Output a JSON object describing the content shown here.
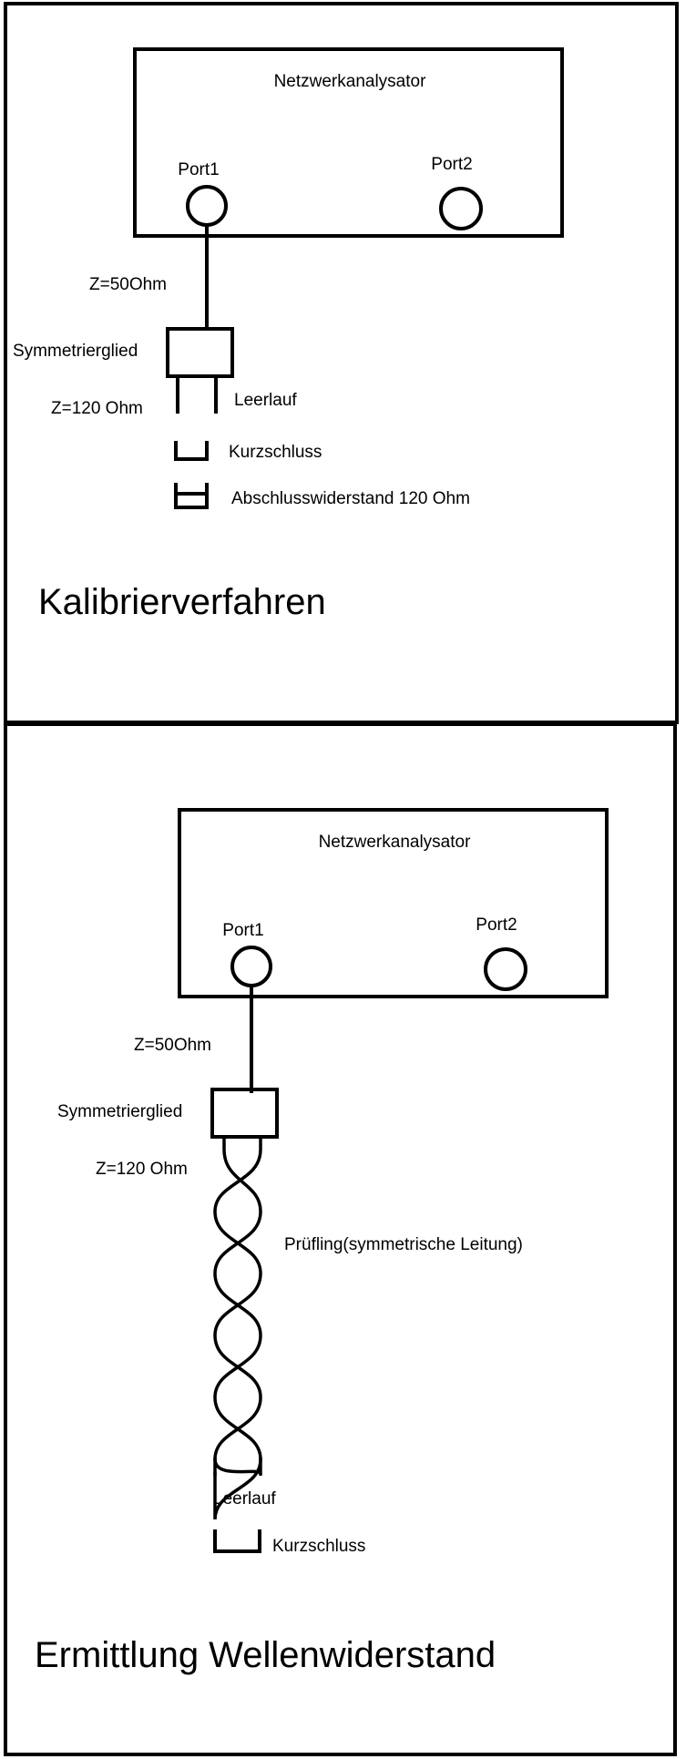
{
  "top": {
    "analyzer_label": "Netzwerkanalysator",
    "port1_label": "Port1",
    "port2_label": "Port2",
    "impedance_50": "Z=50Ohm",
    "balun_label": "Symmetrierglied",
    "impedance_120": "Z=120 Ohm",
    "open_label": "Leerlauf",
    "short_label": "Kurzschluss",
    "load_label": "Abschlusswiderstand 120 Ohm",
    "section_title": "Kalibrierverfahren"
  },
  "bottom": {
    "analyzer_label": "Netzwerkanalysator",
    "port1_label": "Port1",
    "port2_label": "Port2",
    "impedance_50": "Z=50Ohm",
    "balun_label": "Symmetrierglied",
    "impedance_120": "Z=120 Ohm",
    "dut_label": "Prüfling(symmetrische Leitung)",
    "open_label": "Leerlauf",
    "short_label": "Kurzschluss",
    "section_title": "Ermittlung Wellenwiderstand"
  }
}
